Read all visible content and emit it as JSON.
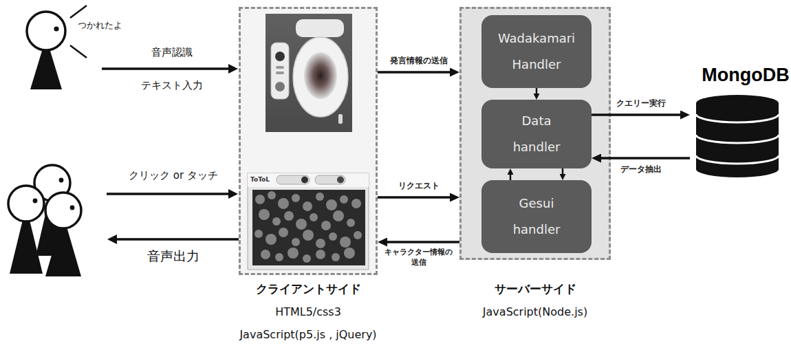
{
  "diagram": {
    "nodes": [
      {
        "text": [
          "クライアントサイド",
          "HTML5/css3",
          "JavaScript(p5.js , jQuery)"
        ]
      },
      {
        "text": [
          "サーバーサイド",
          "JavaScript(Node.js)"
        ]
      },
      {
        "text": [
          "Wadakamari Handler"
        ],
        "in": 1
      },
      {
        "text": [
          "Data handler"
        ],
        "in": 1
      },
      {
        "text": [
          "Gesui handler"
        ],
        "in": 1
      },
      {
        "text": [
          "MongoDB"
        ]
      }
    ],
    "edges": [
      {
        "from": 0,
        "to": 1,
        "arrow": "to",
        "label": "発言情報の送信"
      },
      {
        "from": 0,
        "to": 1,
        "arrow": "to",
        "label": "リクエスト"
      },
      {
        "from": 1,
        "to": 0,
        "arrow": "to",
        "label": "キャラクター情報の 送信"
      },
      {
        "from": 2,
        "to": 3,
        "arrow": "to"
      },
      {
        "from": 3,
        "to": 4,
        "arrow": "to"
      },
      {
        "from": 4,
        "to": 3,
        "arrow": "to"
      },
      {
        "from": 3,
        "to": 5,
        "arrow": "to",
        "label": "クエリー実行"
      },
      {
        "from": 5,
        "to": 3,
        "arrow": "to",
        "label": "データ抽出"
      }
    ],
    "labels": [
      "つかれたよ",
      "音声認識",
      "テキスト入力",
      "クリック or タッチ",
      "音声出力",
      "ToToL"
    ]
  }
}
